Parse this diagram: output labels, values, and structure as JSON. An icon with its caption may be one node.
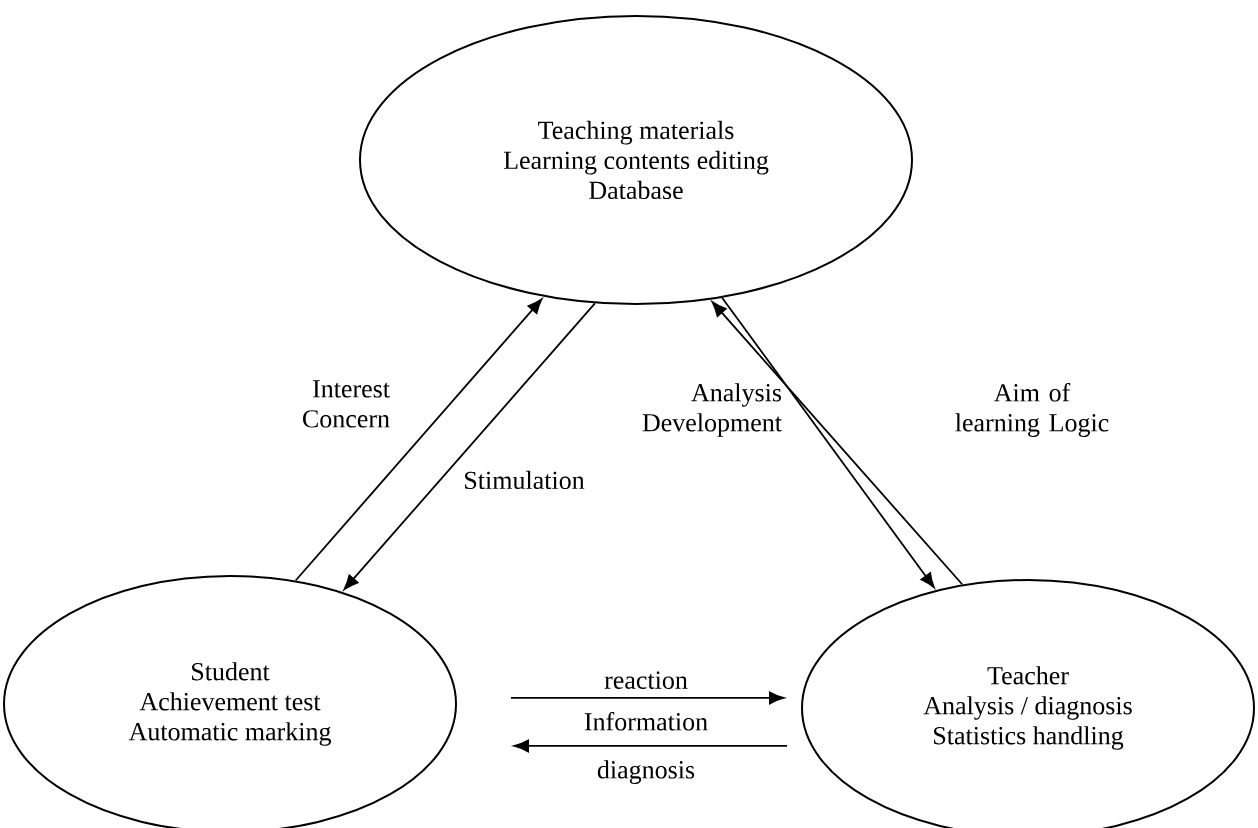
{
  "diagram": {
    "nodes": [
      {
        "text": [
          "Teaching materials",
          "Learning contents editing",
          "Database"
        ]
      },
      {
        "text": [
          "Student",
          "Achievement test",
          "Automatic marking"
        ]
      },
      {
        "text": [
          "Teacher",
          "Analysis / diagnosis",
          "Statistics handling"
        ]
      }
    ],
    "edges": [
      {
        "from": 1,
        "to": 0,
        "arrow": "to",
        "label": "Interest Concern"
      },
      {
        "from": 0,
        "to": 1,
        "arrow": "to",
        "label": "Stimulation"
      },
      {
        "from": 2,
        "to": 0,
        "arrow": "to",
        "label": "Analysis Development"
      },
      {
        "from": 0,
        "to": 2,
        "arrow": "to",
        "label": "Aim of learning Logic"
      },
      {
        "from": 1,
        "to": 2,
        "arrow": "to",
        "label": "reaction"
      },
      {
        "from": 2,
        "to": 1,
        "arrow": "to",
        "label": "Information diagnosis"
      }
    ]
  }
}
